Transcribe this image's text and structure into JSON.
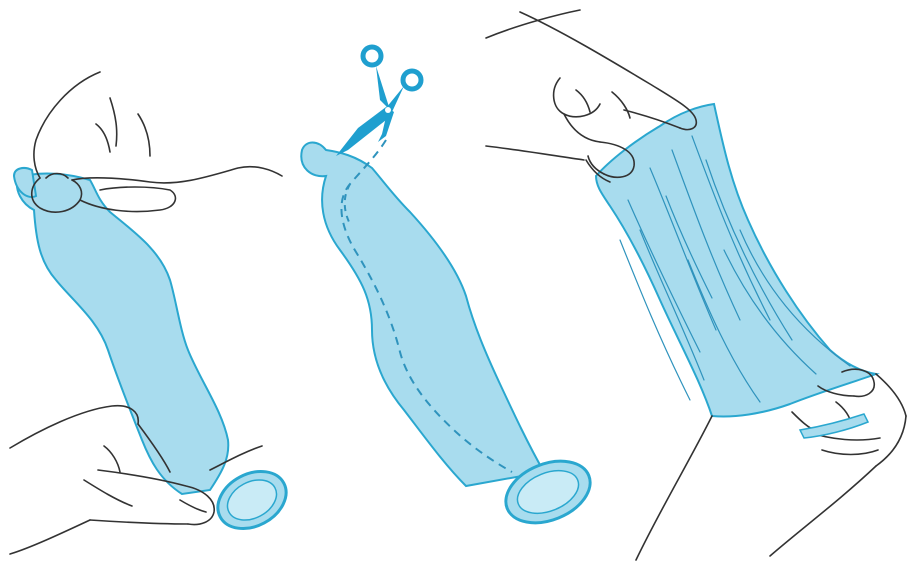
{
  "colors": {
    "background": "#ffffff",
    "sheath_fill": "#a8dcee",
    "sheath_stroke": "#2aa7cf",
    "sheath_crease": "#2f93bd",
    "scissors": "#1f9fcf",
    "hand_outline": "#333333"
  },
  "panels": [
    {
      "step": "hold-tip-and-open-end",
      "icons": [
        "hand-outline",
        "hand-outline",
        "sheath"
      ]
    },
    {
      "step": "cut-along-dashed-line",
      "icons": [
        "scissors",
        "sheath",
        "dashed-cut-line"
      ]
    },
    {
      "step": "open-and-stretch-flat",
      "icons": [
        "hand-outline",
        "hand-outline",
        "stretched-sheet"
      ]
    }
  ]
}
